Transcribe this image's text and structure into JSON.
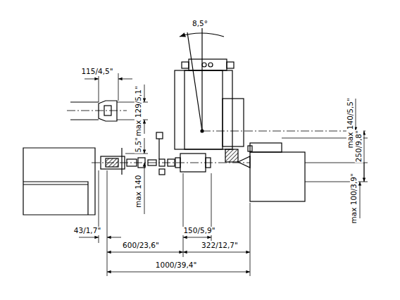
{
  "diagram": {
    "labels": [
      "8,5°",
      "115/4,5\"",
      "max 129/5,1\"",
      "5,5\"",
      "max 140",
      "max 140/5,5\"",
      "250/9,8\"",
      "max 100/3,9\"",
      "43/1,7\"",
      "150/5,9\"",
      "600/23,6\"",
      "322/12,7\"",
      "1000/39,4\""
    ]
  }
}
